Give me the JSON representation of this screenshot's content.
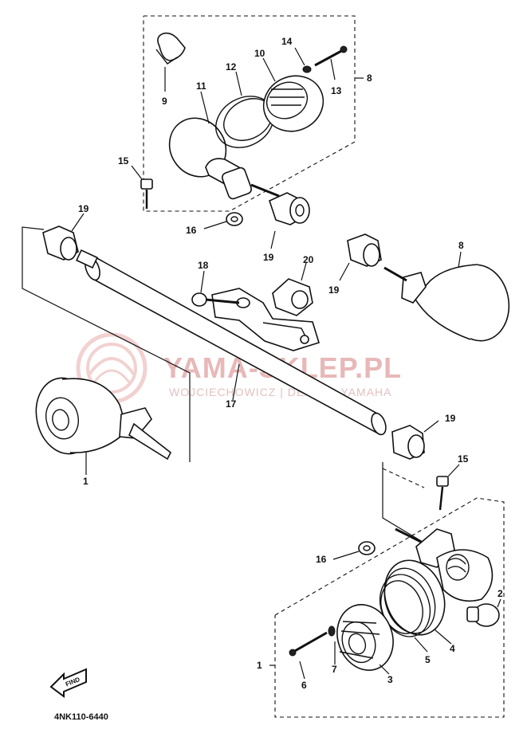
{
  "watermark": {
    "title": "YAMA-SKLEP.PL",
    "subtitle": "WOJCIECHOWICZ | DEALER YAMAHA"
  },
  "diagram_code": "4NK110-6440",
  "find_label": "FIND",
  "callouts": {
    "c1_left": "1",
    "c1_right": "1",
    "c2": "2",
    "c3": "3",
    "c4": "4",
    "c5": "5",
    "c6": "6",
    "c7": "7",
    "c8_top": "8",
    "c8_right": "8",
    "c9": "9",
    "c10": "10",
    "c11": "11",
    "c12": "12",
    "c13": "13",
    "c14": "14",
    "c15_top": "15",
    "c15_bottom": "15",
    "c16_top": "16",
    "c16_bottom": "16",
    "c17": "17",
    "c18": "18",
    "c19_a": "19",
    "c19_b": "19",
    "c19_c": "19",
    "c19_d": "19",
    "c20": "20"
  }
}
